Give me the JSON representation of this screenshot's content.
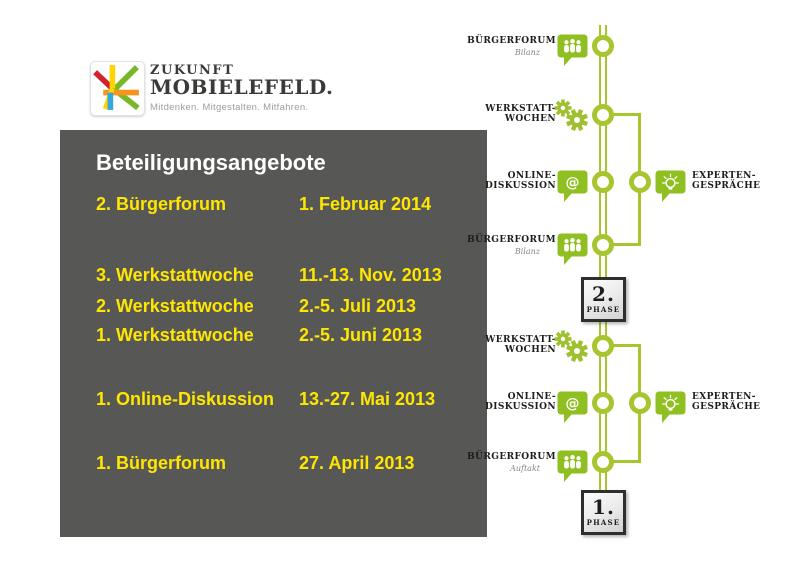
{
  "logo": {
    "line1": "ZUKUNFT",
    "line2": "MOBIELEFELD.",
    "tagline": "Mitdenken. Mitgestalten. Mitfahren.",
    "mark_icon": "crossing-paths-logo-icon"
  },
  "panel": {
    "title": "Beteiligungsangebote",
    "rows": [
      {
        "label": "2. Bürgerforum",
        "date": "1. Februar 2014"
      },
      {
        "label": "3. Werkstattwoche",
        "date": "11.-13. Nov. 2013"
      },
      {
        "label": "2. Werkstattwoche",
        "date": "2.-5. Juli 2013"
      },
      {
        "label": "1. Werkstattwoche",
        "date": "2.-5. Juni 2013"
      },
      {
        "label": "1. Online-Diskussion",
        "date": "13.-27. Mai 2013"
      },
      {
        "label": "1. Bürgerforum",
        "date": "27. April 2013"
      }
    ]
  },
  "timeline": {
    "left_items": [
      {
        "title": "BÜRGERFORUM",
        "subtitle": "Bilanz",
        "icon": "people-bubble-icon"
      },
      {
        "title": "WERKSTATT-",
        "title2": "WOCHEN",
        "icon": "gears-icon"
      },
      {
        "title": "ONLINE-",
        "title2": "DISKUSSION",
        "icon": "at-bubble-icon"
      },
      {
        "title": "BÜRGERFORUM",
        "subtitle": "Bilanz",
        "icon": "people-bubble-icon"
      },
      {
        "title": "WERKSTATT-",
        "title2": "WOCHEN",
        "icon": "gears-icon"
      },
      {
        "title": "ONLINE-",
        "title2": "DISKUSSION",
        "icon": "at-bubble-icon"
      },
      {
        "title": "BÜRGERFORUM",
        "subtitle": "Auftakt",
        "icon": "people-bubble-icon"
      }
    ],
    "right_items": [
      {
        "title": "EXPERTEN-",
        "title2": "GESPRÄCHE",
        "icon": "lightbulb-bubble-icon"
      },
      {
        "title": "EXPERTEN-",
        "title2": "GESPRÄCHE",
        "icon": "lightbulb-bubble-icon"
      }
    ],
    "phases": [
      {
        "number": "2.",
        "label": "PHASE"
      },
      {
        "number": "1.",
        "label": "PHASE"
      }
    ]
  },
  "colors": {
    "timeline_green": "#a6c52f",
    "highlight_yellow": "#ffe600",
    "panel_gray": "#575756",
    "text_dark": "#1d1d1b",
    "tagline_gray": "#9d9d9c"
  }
}
